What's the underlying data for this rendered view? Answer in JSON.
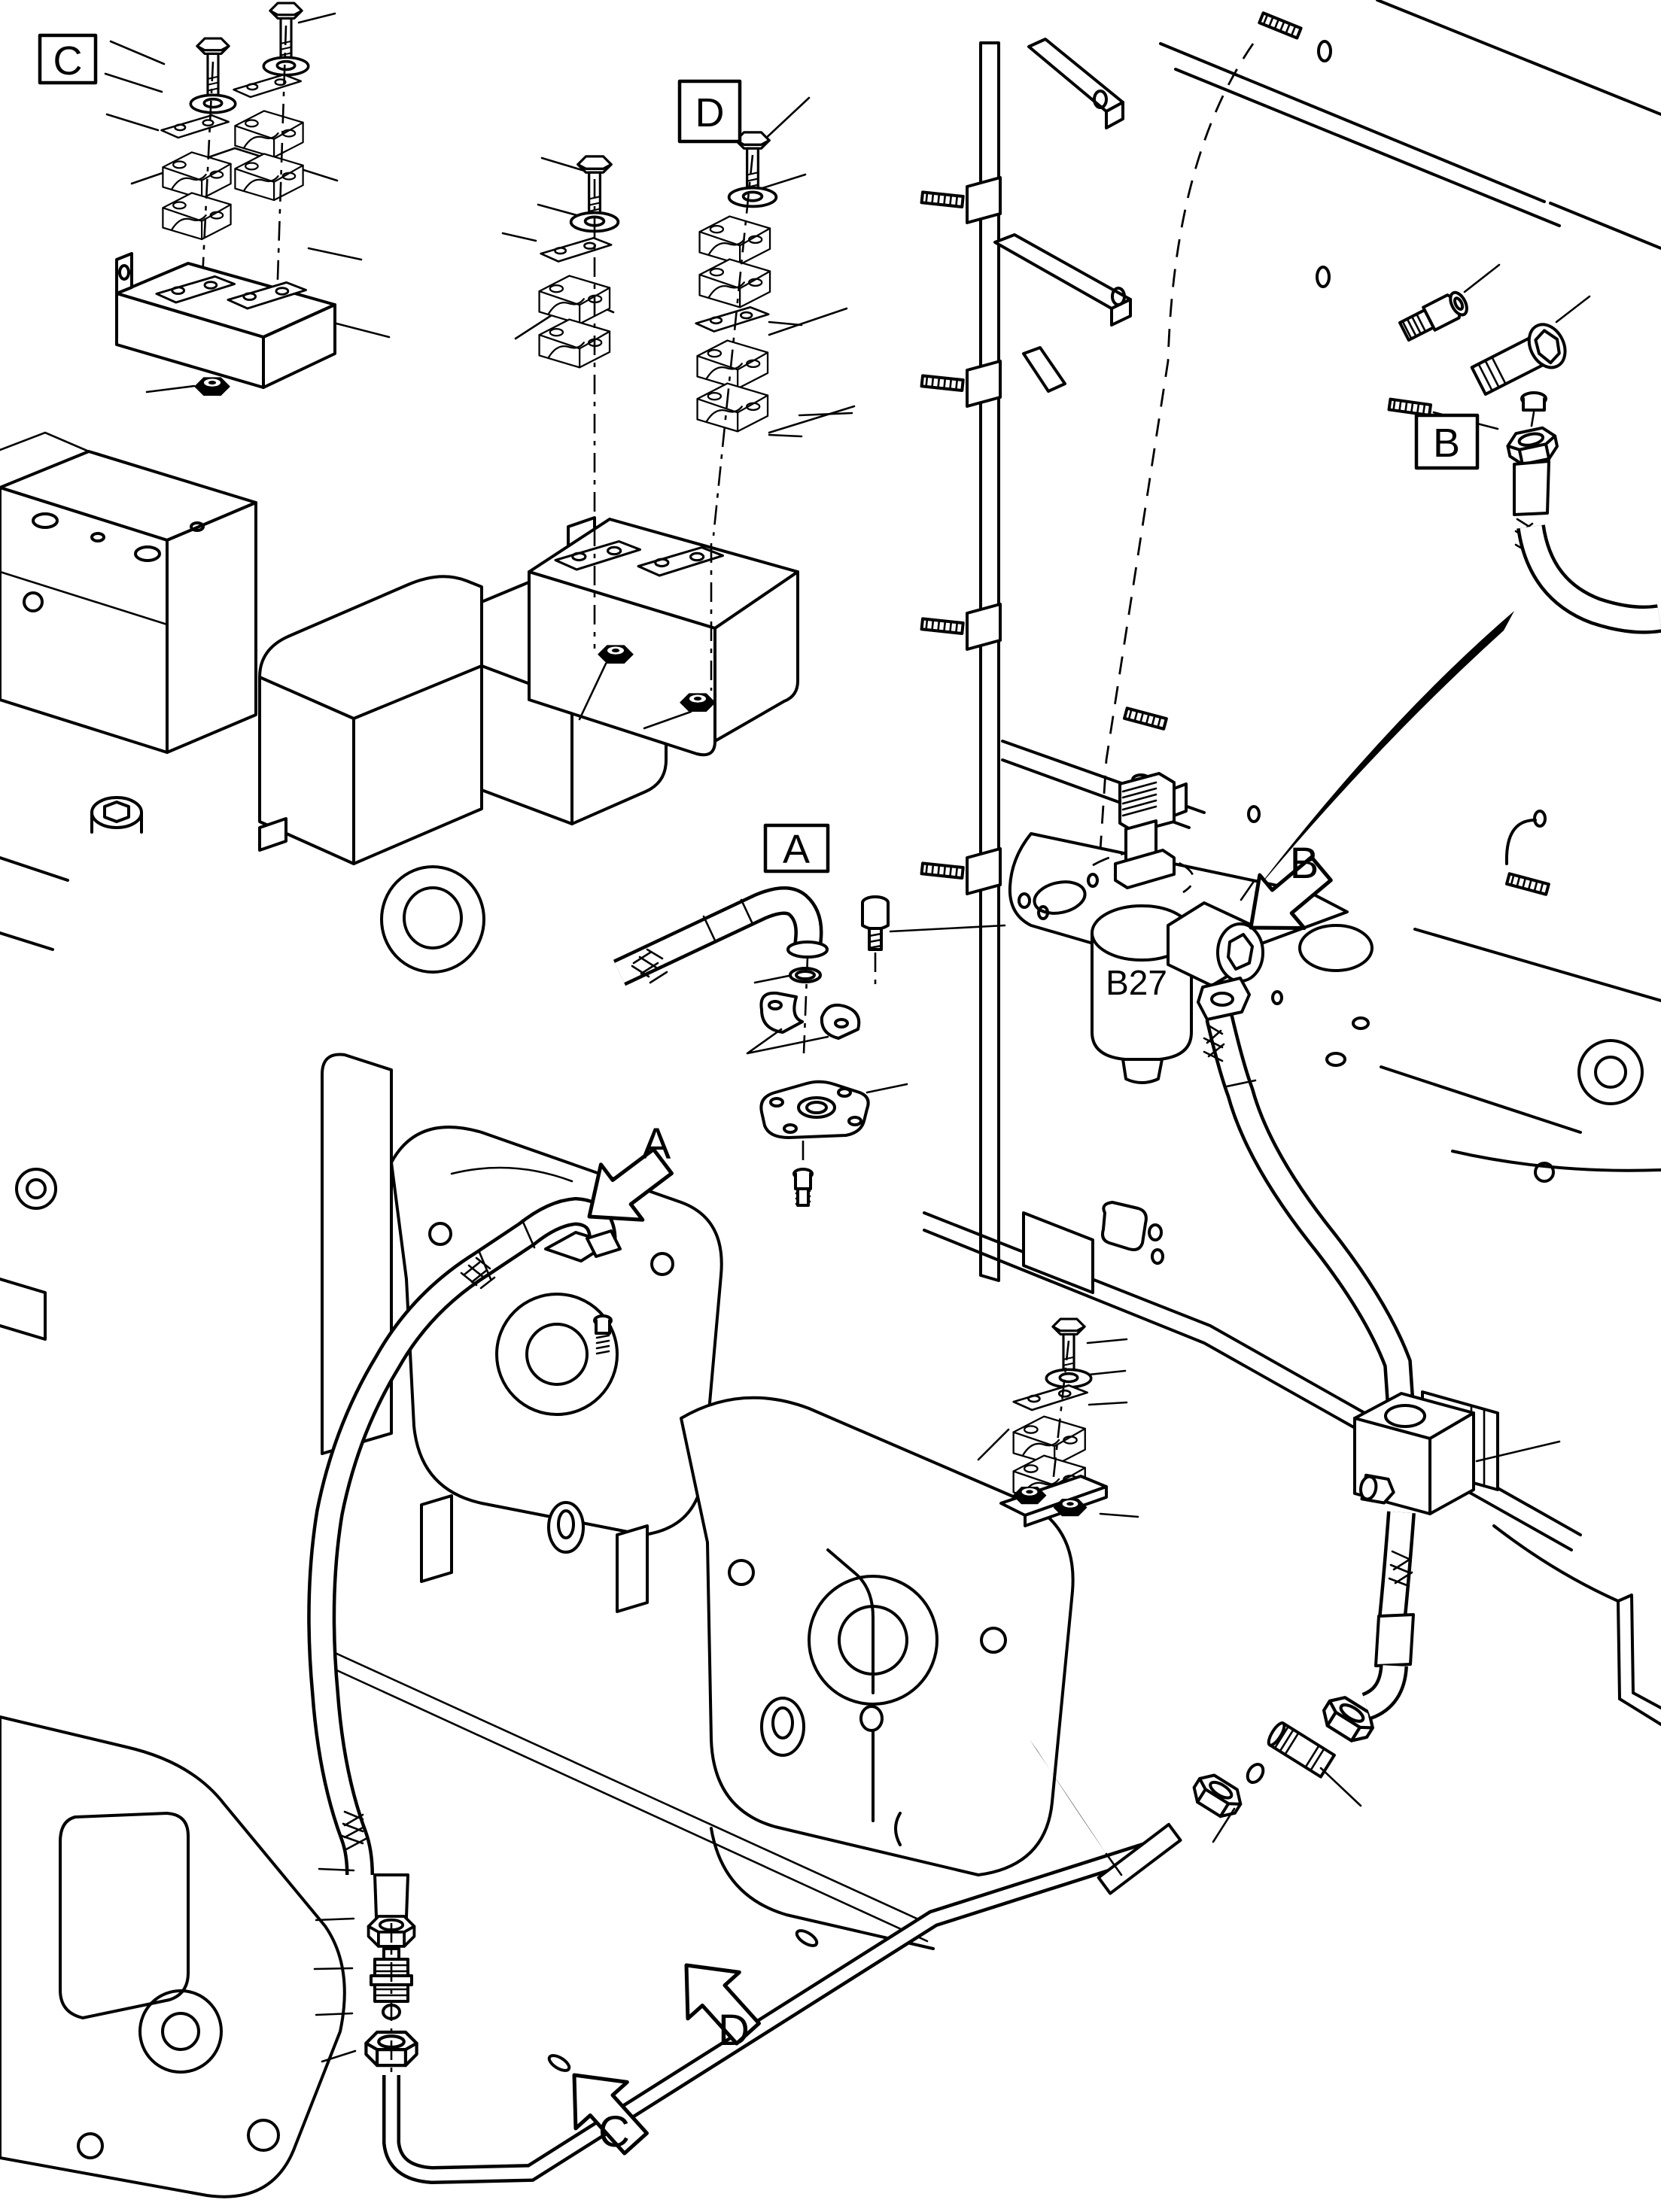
{
  "diagram": {
    "background_color": "#ffffff",
    "line_color": "#000000",
    "detail_boxes": {
      "a": {
        "label": "A"
      },
      "b": {
        "label": "B"
      },
      "c": {
        "label": "C"
      },
      "d": {
        "label": "D"
      }
    },
    "arrow_callouts": {
      "a": {
        "label": "A"
      },
      "b": {
        "label": "B"
      },
      "c": {
        "label": "C"
      },
      "d": {
        "label": "D"
      }
    },
    "component_labels": {
      "pressure_switch": "B27"
    }
  }
}
